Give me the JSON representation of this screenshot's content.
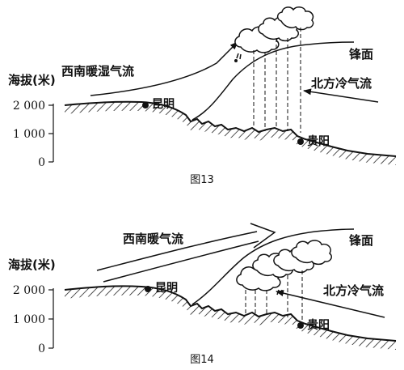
{
  "figure13": {
    "caption": "图13",
    "y_axis_label": "海拔(米)",
    "ticks": [
      "2 000",
      "1 000",
      "0"
    ],
    "labels": {
      "warm_humid_flow": "西南暖湿气流",
      "front": "锋面",
      "cold_flow": "北方冷气流",
      "kunming": "昆明",
      "guiyang": "贵阳"
    }
  },
  "figure14": {
    "caption": "图14",
    "y_axis_label": "海拔(米)",
    "ticks": [
      "2 000",
      "1 000",
      "0"
    ],
    "labels": {
      "warm_flow": "西南暖气流",
      "front": "锋面",
      "cold_flow": "北方冷气流",
      "kunming": "昆明",
      "guiyang": "贵阳"
    }
  }
}
